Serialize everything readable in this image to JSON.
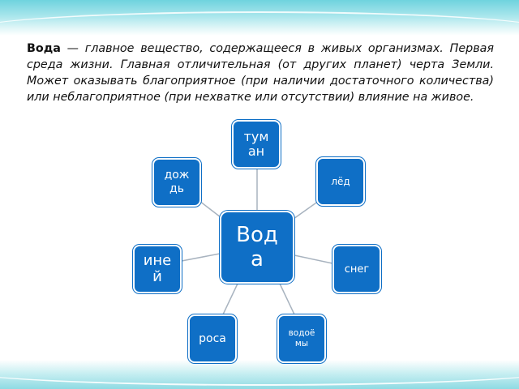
{
  "intro": {
    "term": "Вода",
    "definition": " — главное вещество, содержащееся в живых организмах. Первая среда жизни. Главная отличительная (от других планет) черта Земли. Может оказывать благоприятное (при наличии достаточного количества) или неблагоприятное (при нехватке или отсутствии) влияние на живое."
  },
  "diagram": {
    "center": "Вода",
    "nodes": {
      "fog": "туман",
      "ice": "лёд",
      "rain": "дождь",
      "frost": "иней",
      "snow": "снег",
      "dew": "роса",
      "reservoirs": "водоёмы"
    }
  },
  "colors": {
    "node_fill": "#0f6fc6",
    "node_text": "#ffffff",
    "connector": "#a8b3bf",
    "band": "#6fd3de"
  }
}
